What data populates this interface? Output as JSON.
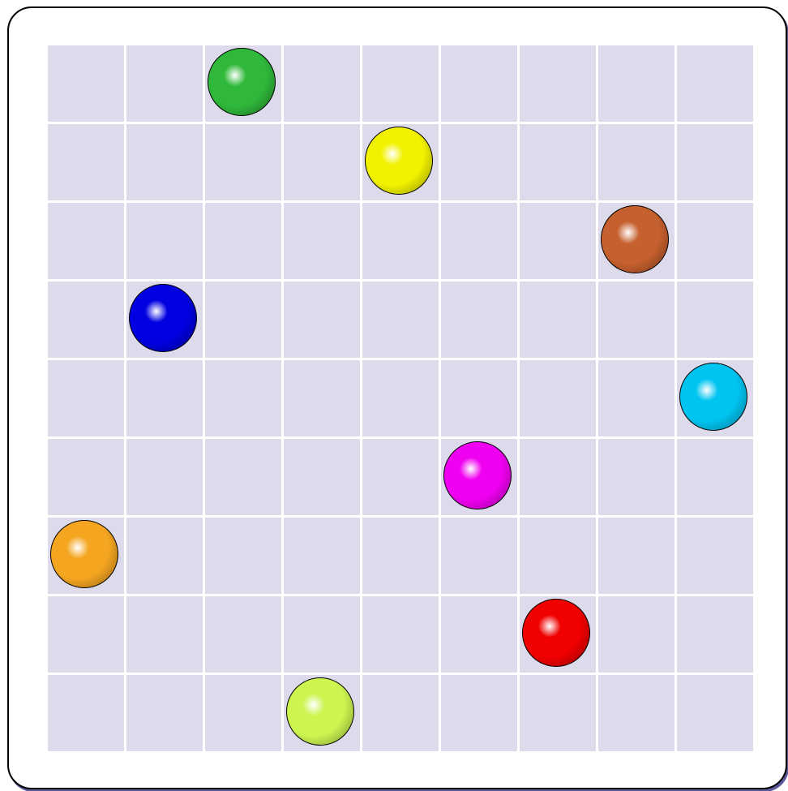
{
  "board": {
    "rows": 9,
    "cols": 9,
    "cell_color": "#dcdaeb",
    "line_color": "#ffffff",
    "frame_color": "#000000"
  },
  "balls": [
    {
      "row": 0,
      "col": 2,
      "color": "green",
      "hex": "#2fb83a"
    },
    {
      "row": 1,
      "col": 4,
      "color": "yellow",
      "hex": "#f2f200"
    },
    {
      "row": 2,
      "col": 7,
      "color": "brown",
      "hex": "#c6602e"
    },
    {
      "row": 3,
      "col": 1,
      "color": "blue",
      "hex": "#0000e0"
    },
    {
      "row": 4,
      "col": 8,
      "color": "cyan",
      "hex": "#00c4f0"
    },
    {
      "row": 5,
      "col": 5,
      "color": "magenta",
      "hex": "#f000f0"
    },
    {
      "row": 6,
      "col": 0,
      "color": "orange",
      "hex": "#f5a621"
    },
    {
      "row": 7,
      "col": 6,
      "color": "red",
      "hex": "#f00000"
    },
    {
      "row": 8,
      "col": 3,
      "color": "lime",
      "hex": "#ccf550"
    }
  ]
}
